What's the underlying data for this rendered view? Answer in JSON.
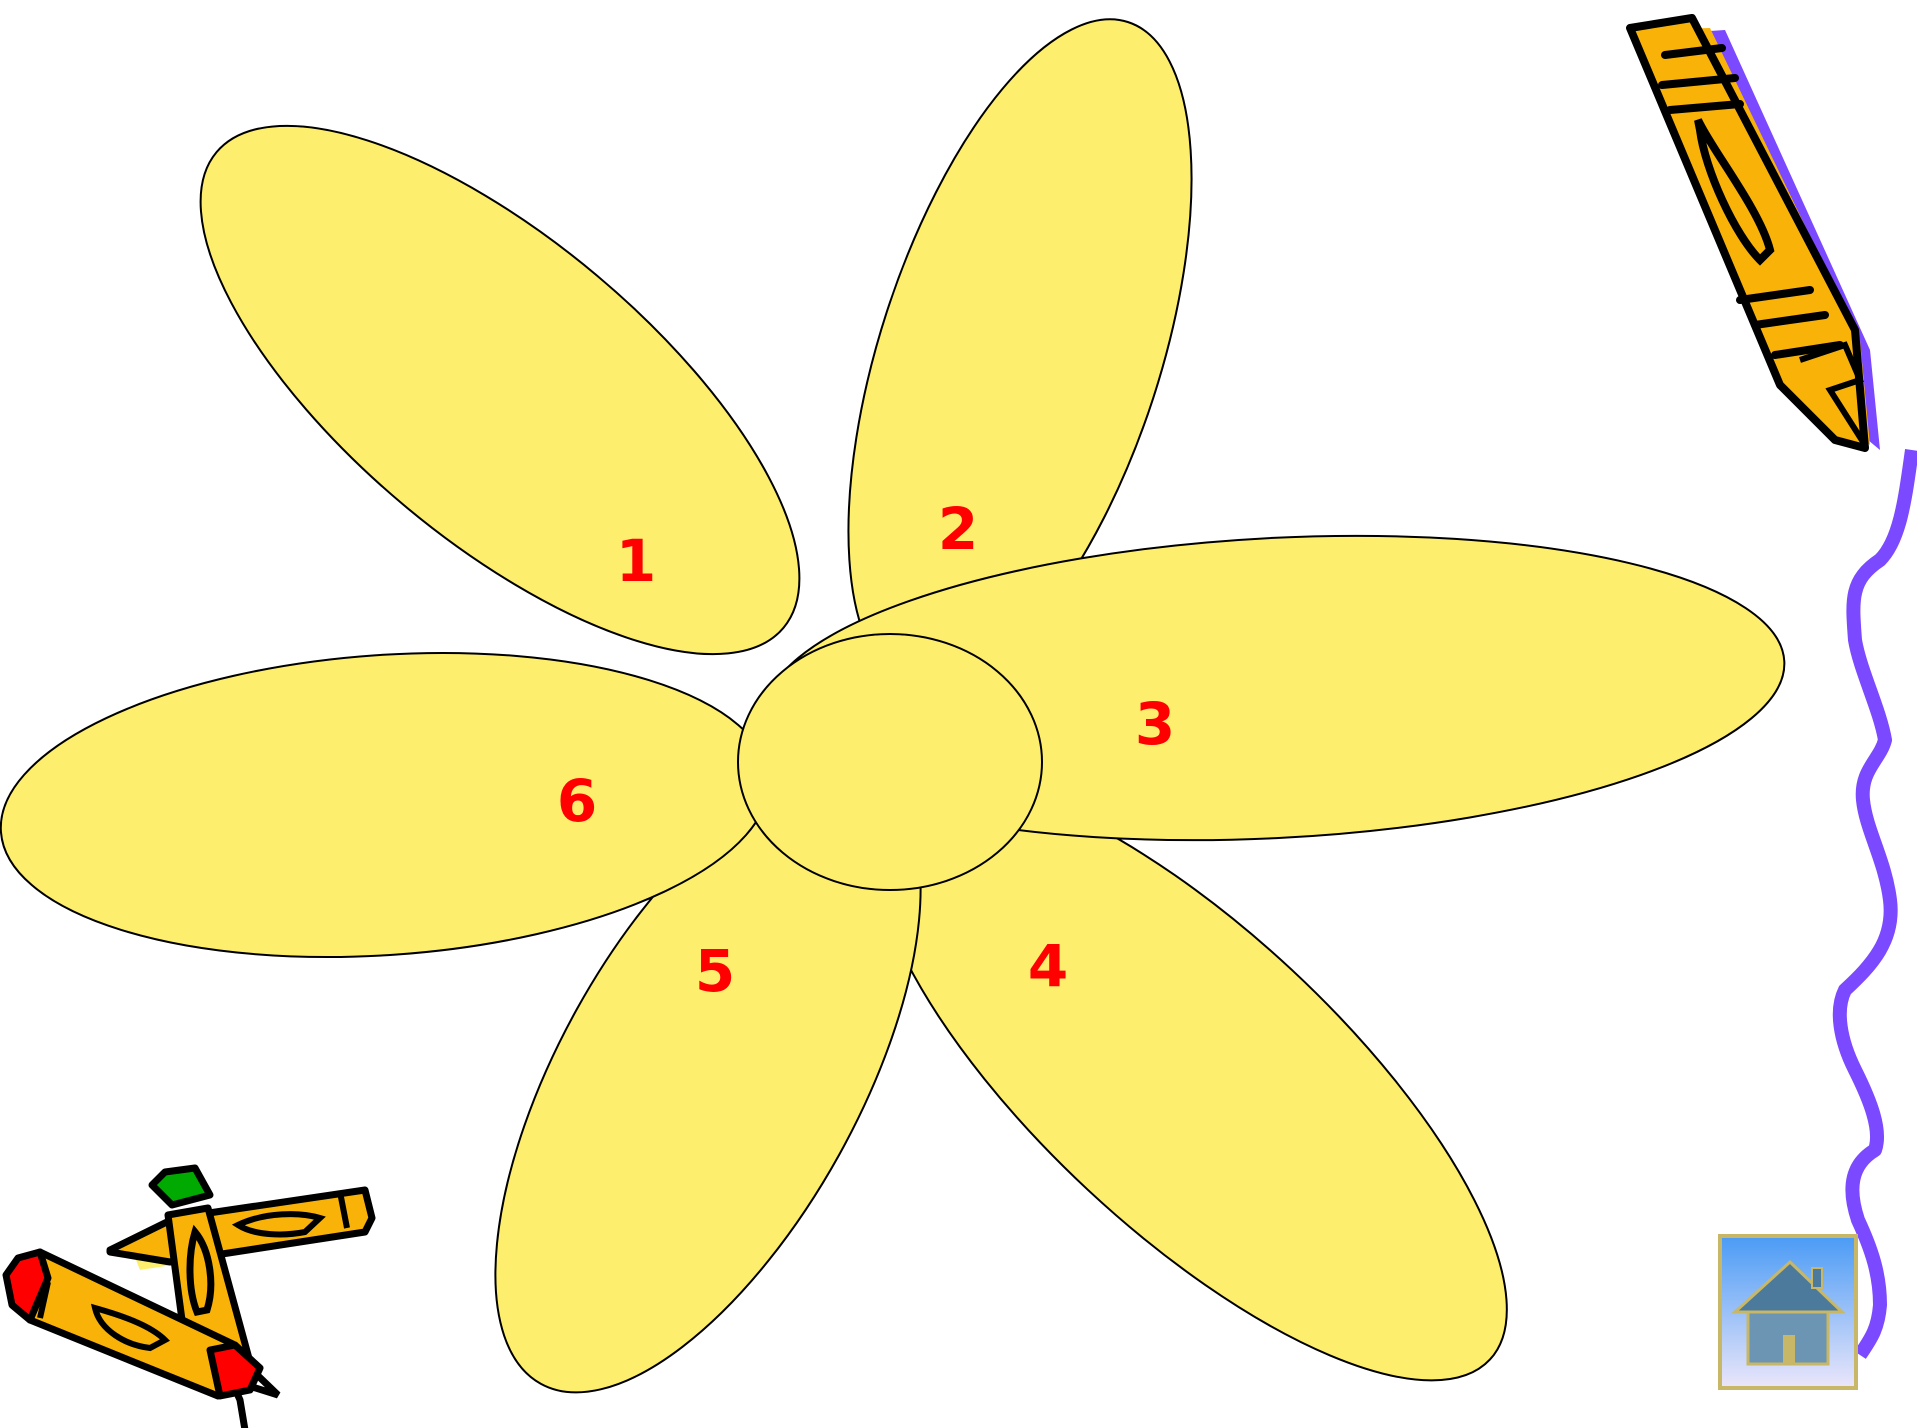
{
  "slide": {
    "background": "#ffffff"
  },
  "flower": {
    "petal_color": "#FEEE6E",
    "outline_color": "#000000",
    "number_color": "#FF0000",
    "petals": [
      {
        "id": "1",
        "label": "1"
      },
      {
        "id": "2",
        "label": "2"
      },
      {
        "id": "3",
        "label": "3"
      },
      {
        "id": "4",
        "label": "4"
      },
      {
        "id": "5",
        "label": "5"
      },
      {
        "id": "6",
        "label": "6"
      }
    ],
    "center": {
      "label": ""
    }
  },
  "decorations": {
    "pencil_top_right_icon": "pencil-icon",
    "squiggle_icon": "squiggle-line-icon",
    "crayons_bottom_left_icon": "crayons-icon",
    "pencil_color": "#F9B208",
    "squiggle_color": "#7B49FF",
    "crayon_tip_colors": [
      "#FF0000",
      "#00AA00",
      "#F9B208"
    ]
  },
  "home_button": {
    "icon": "home-icon",
    "sky_top": "#4A9BF5",
    "sky_bottom": "#EBE6FA",
    "border": "#C7B766"
  }
}
